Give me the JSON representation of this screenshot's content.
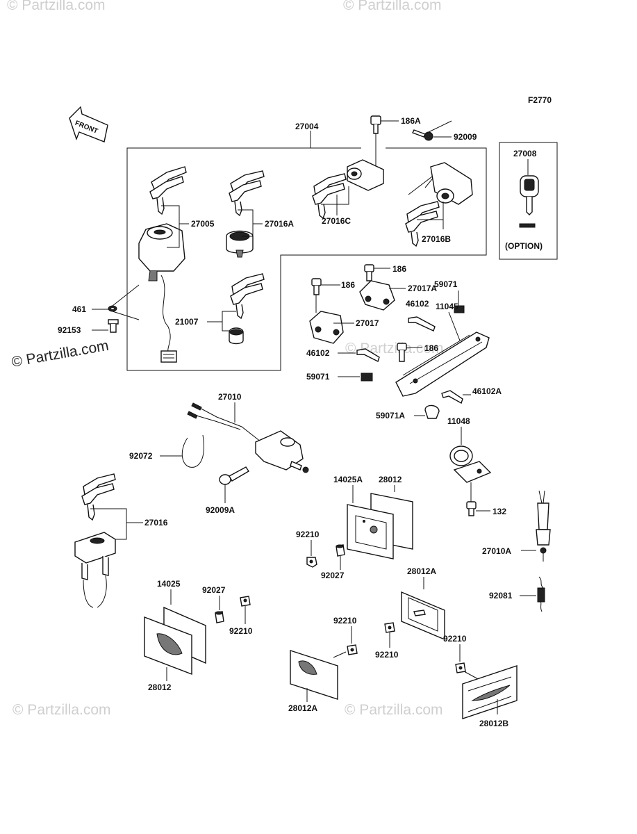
{
  "figure_code": "F2770",
  "front_label": "FRONT",
  "option_label": "(OPTION)",
  "watermark_main": "© Partzilla.com",
  "watermark_faint": "© Partzilla.com",
  "labels": {
    "p27004": "27004",
    "p186A": "186A",
    "p92009": "92009",
    "p27008": "27008",
    "p27005": "27005",
    "p27016A": "27016A",
    "p27016C": "27016C",
    "p27016B": "27016B",
    "p461": "461",
    "p92153": "92153",
    "p21007": "21007",
    "p186_1": "186",
    "p186_2": "186",
    "p27017A": "27017A",
    "p59071_1": "59071",
    "p27017": "27017",
    "p46102_1": "46102",
    "p11045": "11045",
    "p46102_2": "46102",
    "p186_3": "186",
    "p59071_2": "59071",
    "p46102A": "46102A",
    "p27010": "27010",
    "p59071A": "59071A",
    "p11048": "11048",
    "p92072": "92072",
    "p92009A": "92009A",
    "p14025A": "14025A",
    "p28012_1": "28012",
    "p132": "132",
    "p27016": "27016",
    "p92210_1": "92210",
    "p92027_1": "92027",
    "p27010A": "27010A",
    "p28012A_1": "28012A",
    "p14025": "14025",
    "p92027_2": "92027",
    "p92081": "92081",
    "p92210_2": "92210",
    "p92210_3": "92210",
    "p92210_4": "92210",
    "p92210_5": "92210",
    "p28012_2": "28012",
    "p28012A_2": "28012A",
    "p28012B": "28012B"
  }
}
